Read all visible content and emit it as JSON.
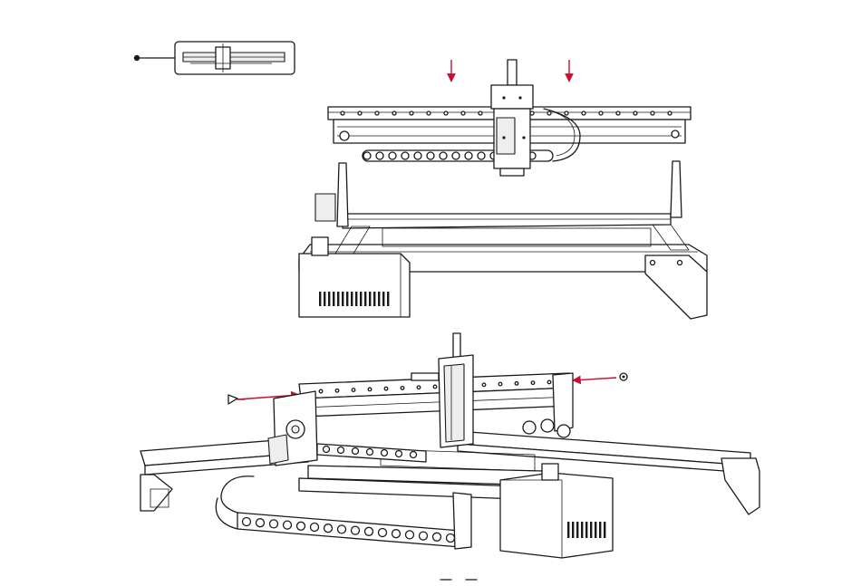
{
  "figure": {
    "title": "",
    "step_marker": "",
    "colors": {
      "line": "#1a1a1a",
      "arrow": "#c8102e",
      "background": "#ffffff",
      "panel_fill": "#eeeeee"
    },
    "components": [
      "detail-callout",
      "x-axis-gantry",
      "laser-module-carriage",
      "drag-chain",
      "machine-frame",
      "control-box",
      "mounting-screw-left",
      "mounting-screw-right"
    ],
    "arrows": [
      {
        "name": "insert-arrow-left",
        "direction": "down"
      },
      {
        "name": "insert-arrow-right",
        "direction": "down"
      },
      {
        "name": "screw-arrow-left",
        "direction": "right"
      },
      {
        "name": "screw-arrow-right",
        "direction": "left"
      }
    ]
  }
}
